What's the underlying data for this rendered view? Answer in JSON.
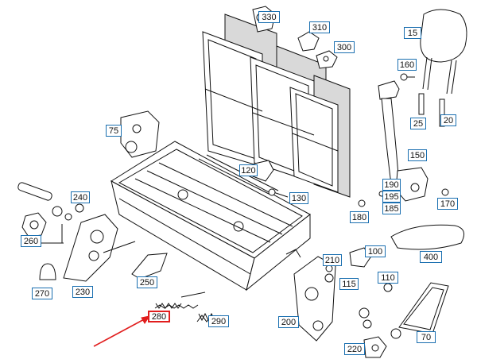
{
  "colors": {
    "label_border": "#1a6fb0",
    "highlight": "#e11d1d",
    "line": "#111111",
    "panel_fill": "#d9d9d9",
    "arrow": "#e11d1d"
  },
  "diagram": {
    "highlighted_part": "280",
    "parts": [
      {
        "id": "330",
        "label": "330"
      },
      {
        "id": "310",
        "label": "310"
      },
      {
        "id": "300",
        "label": "300"
      },
      {
        "id": "15",
        "label": "15"
      },
      {
        "id": "160",
        "label": "160"
      },
      {
        "id": "25",
        "label": "25"
      },
      {
        "id": "20",
        "label": "20"
      },
      {
        "id": "75",
        "label": "75"
      },
      {
        "id": "150",
        "label": "150"
      },
      {
        "id": "120",
        "label": "120"
      },
      {
        "id": "130",
        "label": "130"
      },
      {
        "id": "190",
        "label": "190"
      },
      {
        "id": "195",
        "label": "195"
      },
      {
        "id": "185",
        "label": "185"
      },
      {
        "id": "180",
        "label": "180"
      },
      {
        "id": "170",
        "label": "170"
      },
      {
        "id": "240",
        "label": "240"
      },
      {
        "id": "260",
        "label": "260"
      },
      {
        "id": "100",
        "label": "100"
      },
      {
        "id": "400",
        "label": "400"
      },
      {
        "id": "210",
        "label": "210"
      },
      {
        "id": "115",
        "label": "115"
      },
      {
        "id": "110",
        "label": "110"
      },
      {
        "id": "250",
        "label": "250"
      },
      {
        "id": "270",
        "label": "270"
      },
      {
        "id": "230",
        "label": "230"
      },
      {
        "id": "280",
        "label": "280"
      },
      {
        "id": "290",
        "label": "290"
      },
      {
        "id": "200",
        "label": "200"
      },
      {
        "id": "70",
        "label": "70"
      },
      {
        "id": "220",
        "label": "220"
      }
    ]
  }
}
